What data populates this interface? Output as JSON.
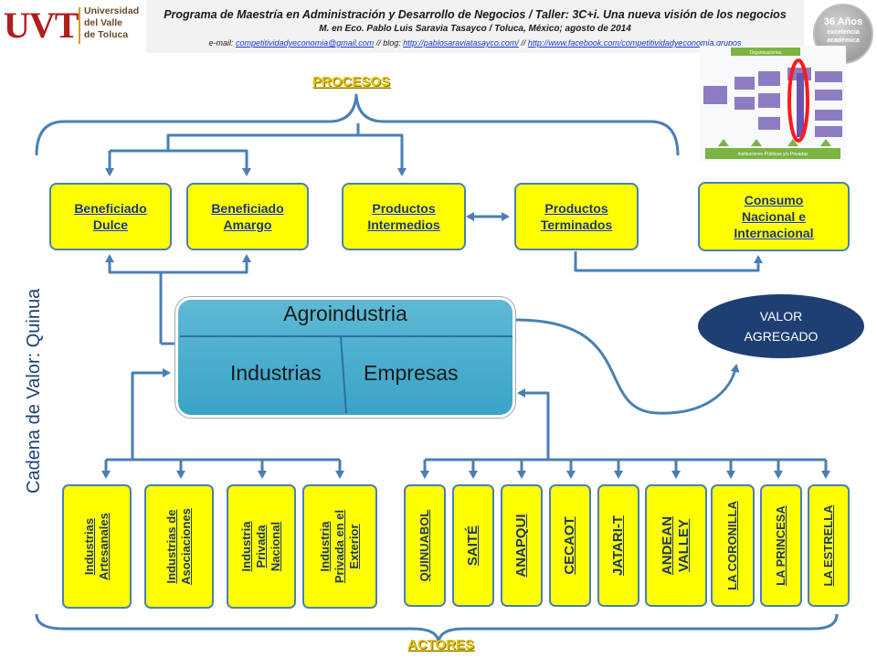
{
  "header": {
    "logo_mark": "UVT",
    "logo_lines": [
      "Universidad",
      "del Valle",
      "de Toluca"
    ],
    "title": "Programa de Maestría en Administración y Desarrollo de Negocios / Taller: 3C+i. Una nueva visión de los negocios",
    "subtitle": "M. en Eco. Pablo Luis Saravia Tasayco / Toluca, México; agosto de 2014",
    "contact_prefix": "e-mail: ",
    "email": "competitividadyeconomia@gmail.com",
    "sep1": " // blog: ",
    "blog": "http://pablosaraviatasayco.com/",
    "sep2": " // ",
    "facebook": "http://www.facebook.com/competitividadyeconomia.grupos",
    "badge_line1": "36 Años",
    "badge_line2": "excelencia académica"
  },
  "thumbnail": {
    "top_label": "Organizaciones",
    "bottom_label": "Instituciones Públicas y/o Privadas"
  },
  "labels": {
    "procesos": "PROCESOS",
    "actores": "ACTORES",
    "side": "Cadena de Valor: Quinua"
  },
  "process_boxes": [
    {
      "line1": "Beneficiado",
      "line2": "Dulce"
    },
    {
      "line1": "Beneficiado",
      "line2": "Amargo"
    },
    {
      "line1": "Productos",
      "line2": "Intermedios"
    },
    {
      "line1": "Productos",
      "line2": "Terminados"
    },
    {
      "line1": "Consumo",
      "line2": "Nacional e",
      "line3": "Internacional"
    }
  ],
  "center": {
    "title": "Agroindustria",
    "left": "Industrias",
    "right": "Empresas"
  },
  "valor": {
    "line1": "VALOR",
    "line2": "AGREGADO"
  },
  "actors_left": [
    {
      "line1": "Industrias",
      "line2": "Artesanales"
    },
    {
      "line1": "Industrias de",
      "line2": "Asociaciones"
    },
    {
      "line1": "Industria",
      "line2": "Privada",
      "line3": "Nacional"
    },
    {
      "line1": "Industria",
      "line2": "Privada en el",
      "line3": "Exterior"
    }
  ],
  "actors_right": [
    {
      "line1": "QUINUABOL"
    },
    {
      "line1": "SAITÉ"
    },
    {
      "line1": "ANAPQUI"
    },
    {
      "line1": "CECAOT"
    },
    {
      "line1": "JATARI-T"
    },
    {
      "line1": "ANDEAN",
      "line2": "VALLEY"
    },
    {
      "line1": "LA CORONILLA"
    },
    {
      "line1": "LA PRINCESA"
    },
    {
      "line1": "LA ESTRELLA"
    }
  ],
  "colors": {
    "box_fill": "#ffff00",
    "box_border": "#4a7fb4",
    "text_dark_blue": "#1f3864",
    "connector": "#4a7fb4",
    "agro_fill": "#46aed0",
    "valor_fill": "#1f3f73",
    "label_yellow": "#e6c200"
  }
}
